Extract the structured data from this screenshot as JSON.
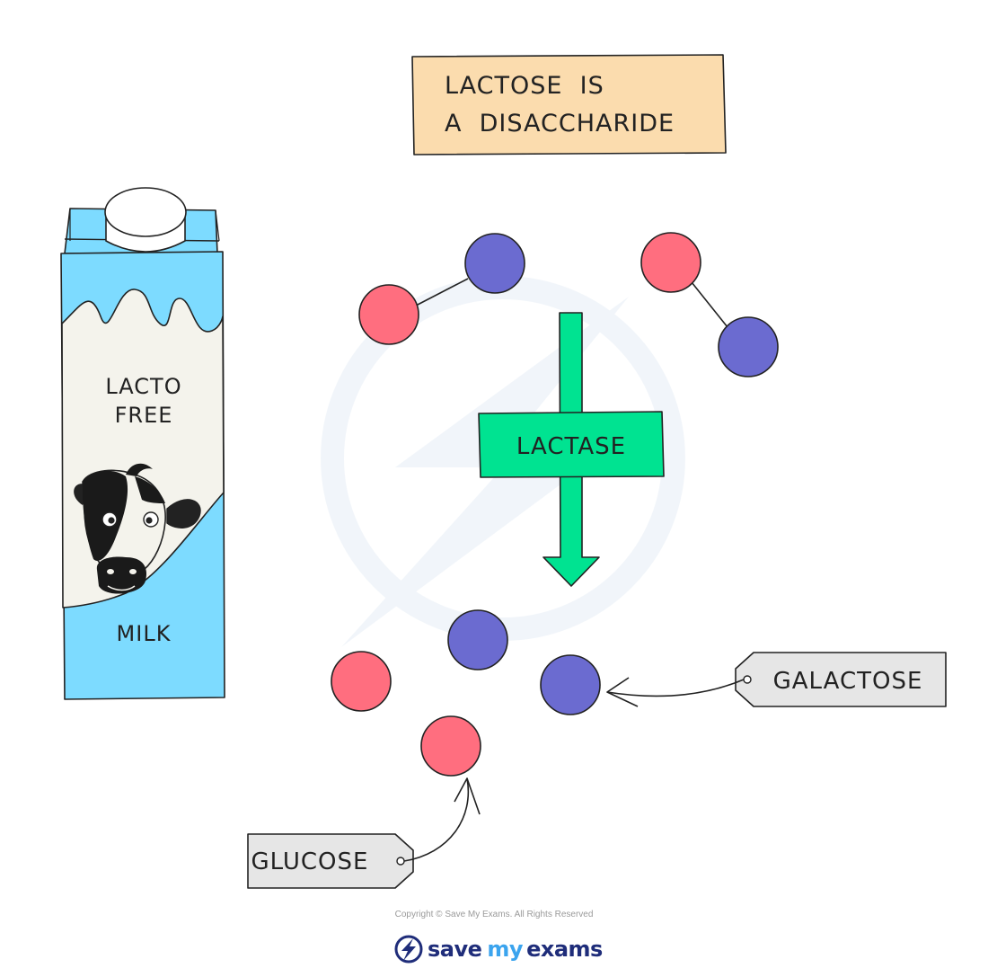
{
  "title_box": {
    "line1": "LACTOSE  IS",
    "line2": "A  DISACCHARIDE"
  },
  "carton": {
    "label_line1": "LACTO",
    "label_line2": "FREE",
    "label_bottom": "MILK"
  },
  "enzyme_label": "LACTASE",
  "tags": {
    "galactose": "GALACTOSE",
    "glucose": "GLUCOSE"
  },
  "footer": {
    "copyright": "Copyright © Save My Exams. All Rights Reserved",
    "brand_save": "save",
    "brand_my": "my",
    "brand_exams": "exams"
  },
  "colors": {
    "glucose": "#ff6e7f",
    "galactose": "#6b6bd0",
    "title_fill": "#fbdcae",
    "carton_blue": "#7ddbff",
    "carton_cream": "#f4f3ec",
    "enzyme_green": "#00e391",
    "tag_fill": "#e6e6e6"
  },
  "icons": [
    "cow-icon",
    "bolt-icon"
  ]
}
